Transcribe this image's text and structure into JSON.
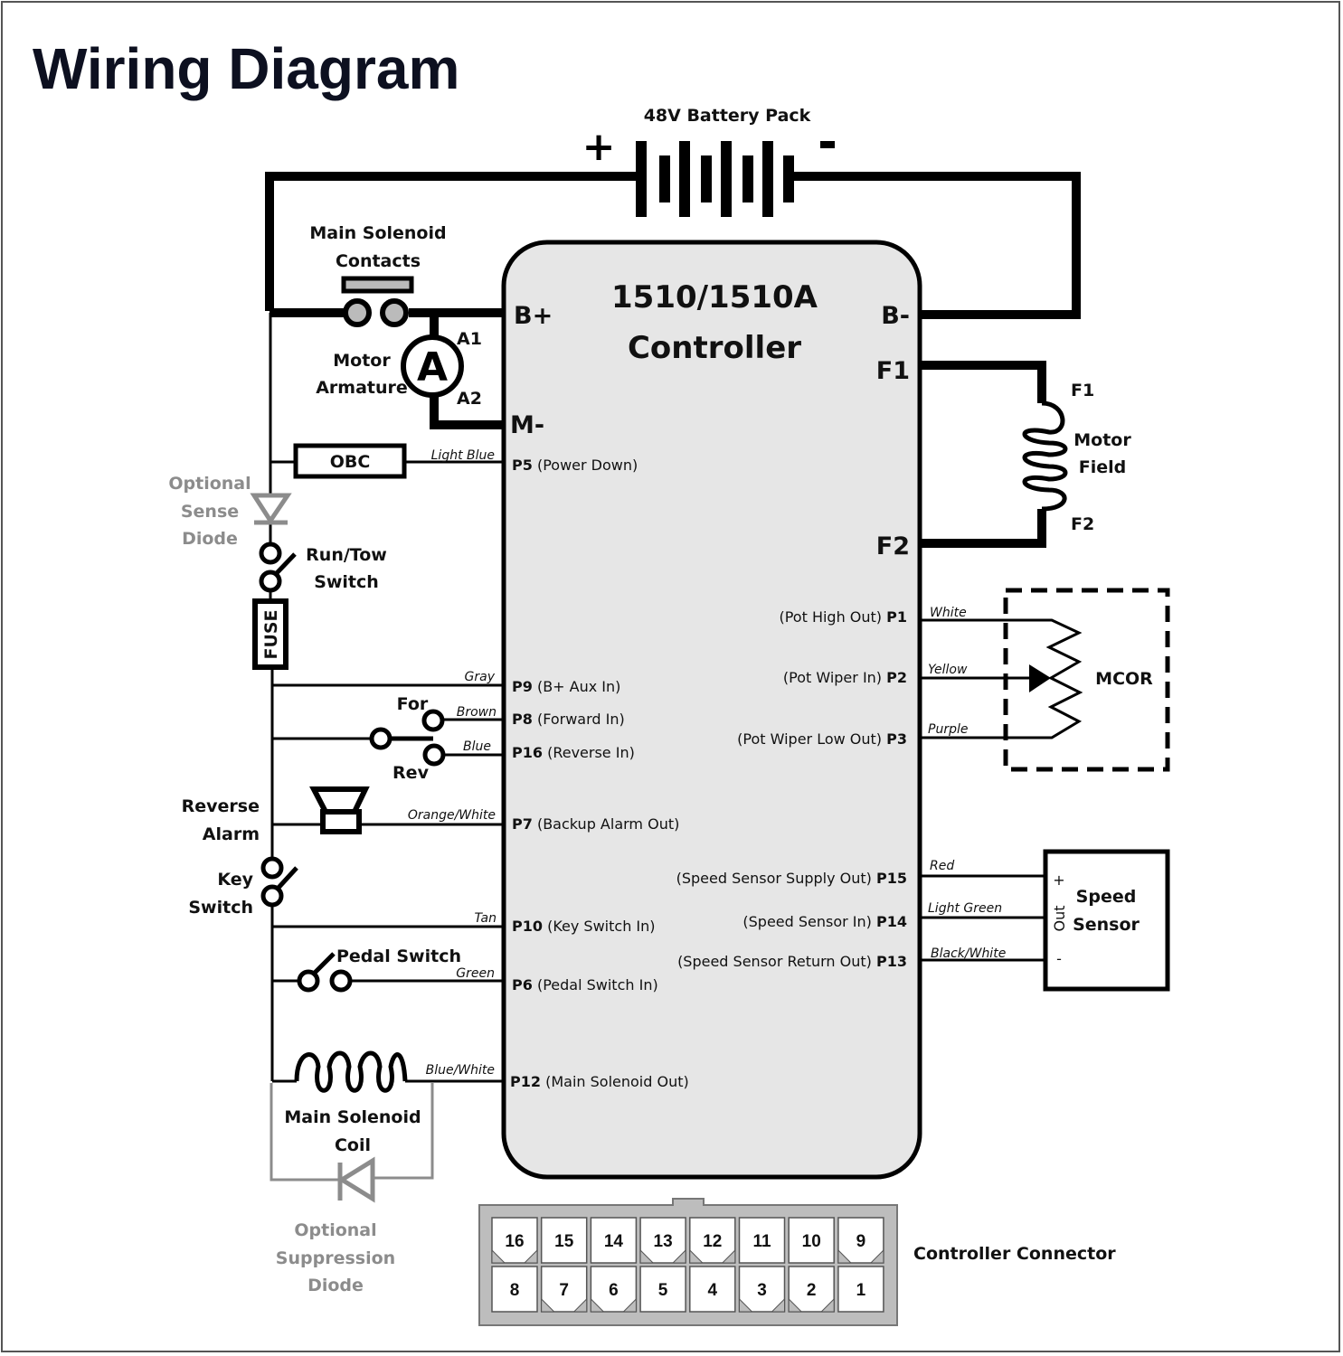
{
  "title": "Wiring Diagram",
  "battery": {
    "label": "48V Battery Pack",
    "plus": "+",
    "minus": "-"
  },
  "controller": {
    "name_line1": "1510/1510A",
    "name_line2": "Controller",
    "terminals": {
      "b_plus": "B+",
      "b_minus": "B-",
      "m_minus": "M-",
      "f1": "F1",
      "f2": "F2"
    }
  },
  "components": {
    "main_solenoid_contacts": [
      "Main Solenoid",
      "Contacts"
    ],
    "motor_armature": [
      "Motor",
      "Armature"
    ],
    "armature_symbol": "A",
    "a1": "A1",
    "a2": "A2",
    "obc": "OBC",
    "optional_sense_diode": [
      "Optional",
      "Sense",
      "Diode"
    ],
    "run_tow_switch": [
      "Run/Tow",
      "Switch"
    ],
    "fuse": "FUSE",
    "for": "For",
    "rev": "Rev",
    "reverse_alarm": [
      "Reverse",
      "Alarm"
    ],
    "key_switch": [
      "Key",
      "Switch"
    ],
    "pedal_switch": "Pedal Switch",
    "main_solenoid_coil": [
      "Main Solenoid",
      "Coil"
    ],
    "optional_suppression_diode": [
      "Optional",
      "Suppression",
      "Diode"
    ],
    "motor_field": [
      "Motor",
      "Field"
    ],
    "field_f1": "F1",
    "field_f2": "F2",
    "mcor": "MCOR",
    "speed_sensor": [
      "Speed",
      "Sensor"
    ],
    "sensor_plus": "+",
    "sensor_out": "Out",
    "sensor_minus": "-"
  },
  "left_pins": [
    {
      "pin": "P5",
      "desc": "(Power Down)",
      "wire": "Light Blue"
    },
    {
      "pin": "P9",
      "desc": "(B+ Aux In)",
      "wire": "Gray"
    },
    {
      "pin": "P8",
      "desc": "(Forward In)",
      "wire": "Brown"
    },
    {
      "pin": "P16",
      "desc": "(Reverse In)",
      "wire": "Blue"
    },
    {
      "pin": "P7",
      "desc": "(Backup Alarm Out)",
      "wire": "Orange/White"
    },
    {
      "pin": "P10",
      "desc": "(Key Switch In)",
      "wire": "Tan"
    },
    {
      "pin": "P6",
      "desc": "(Pedal Switch In)",
      "wire": "Green"
    },
    {
      "pin": "P12",
      "desc": "(Main Solenoid Out)",
      "wire": "Blue/White"
    }
  ],
  "right_pins": [
    {
      "pin": "P1",
      "desc": "(Pot High Out)",
      "wire": "White"
    },
    {
      "pin": "P2",
      "desc": "(Pot Wiper In)",
      "wire": "Yellow"
    },
    {
      "pin": "P3",
      "desc": "(Pot Wiper Low Out)",
      "wire": "Purple"
    },
    {
      "pin": "P15",
      "desc": "(Speed Sensor Supply Out)",
      "wire": "Red"
    },
    {
      "pin": "P14",
      "desc": "(Speed Sensor In)",
      "wire": "Light Green"
    },
    {
      "pin": "P13",
      "desc": "(Speed Sensor Return Out)",
      "wire": "Black/White"
    }
  ],
  "connector": {
    "label": "Controller Connector",
    "top_row": [
      "16",
      "15",
      "14",
      "13",
      "12",
      "11",
      "10",
      "9"
    ],
    "bottom_row": [
      "8",
      "7",
      "6",
      "5",
      "4",
      "3",
      "2",
      "1"
    ]
  },
  "colors": {
    "controller_fill": "#e6e6e6",
    "optional_gray": "#8c8c8c",
    "connector_gray": "#bdbdbd"
  }
}
